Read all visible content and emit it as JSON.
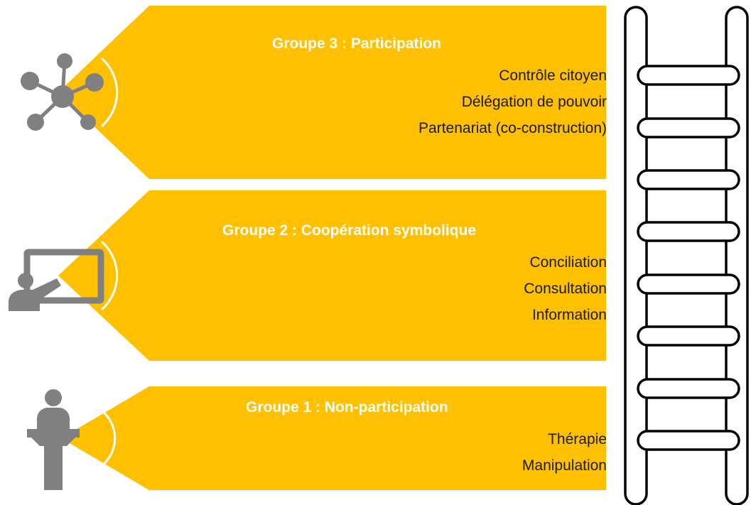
{
  "diagram": {
    "accent_color": "#FFC000",
    "icon_color": "#808080",
    "groups": [
      {
        "title": "Groupe 3 : Participation",
        "icon": "network-hub-icon",
        "items": [
          "Contrôle citoyen",
          "Délégation de pouvoir",
          "Partenariat (co-construction)"
        ]
      },
      {
        "title": "Groupe 2 : Coopération symbolique",
        "icon": "presenter-board-icon",
        "items": [
          "Conciliation",
          "Consultation",
          "Information"
        ]
      },
      {
        "title": "Groupe 1 : Non-participation",
        "icon": "speaker-podium-icon",
        "items": [
          "Thérapie",
          "Manipulation"
        ]
      }
    ],
    "ladder": {
      "icon": "ladder-icon",
      "rungs": 8
    }
  }
}
